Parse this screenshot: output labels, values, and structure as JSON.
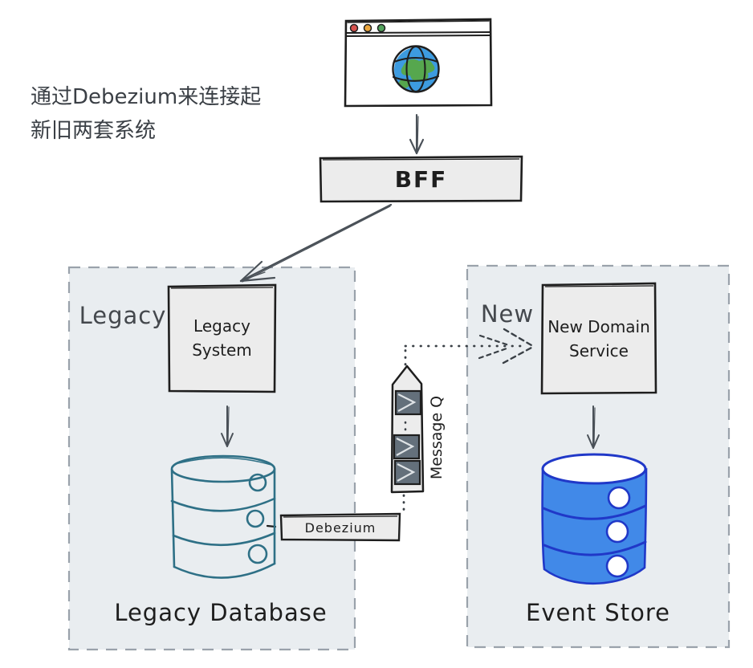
{
  "note": {
    "text": "通过Debezium来连接起\n新旧两套系统"
  },
  "groups": {
    "legacy_label": "Legacy",
    "new_label": "New"
  },
  "nodes": {
    "bff_label": "BFF",
    "legacy_system_label": "Legacy\nSystem",
    "new_domain_service_label": "New Domain\nService",
    "debezium_label": "Debezium",
    "message_queue_label": "Message Q",
    "legacy_database_label": "Legacy Database",
    "event_store_label": "Event Store"
  },
  "icons": {
    "browser": "browser-window-icon",
    "globe": "globe-icon",
    "envelope": "envelope-icon"
  },
  "colors": {
    "container_fill": "#e9edf0",
    "container_border": "#9aa2ab",
    "box_fill": "#ececec",
    "stroke": "#1e1e1e",
    "arrow": "#4a5158",
    "dotted_line": "#3a4046",
    "legacy_db_stroke": "#2e7086",
    "event_db_fill": "#4189e8",
    "event_db_stroke": "#2038c8",
    "dot_red": "#d9534f",
    "dot_yellow": "#eba63d",
    "dot_green": "#52a35c",
    "globe_blue": "#3d9be0",
    "globe_green": "#56a74e",
    "envelope_fill": "#64707b"
  }
}
